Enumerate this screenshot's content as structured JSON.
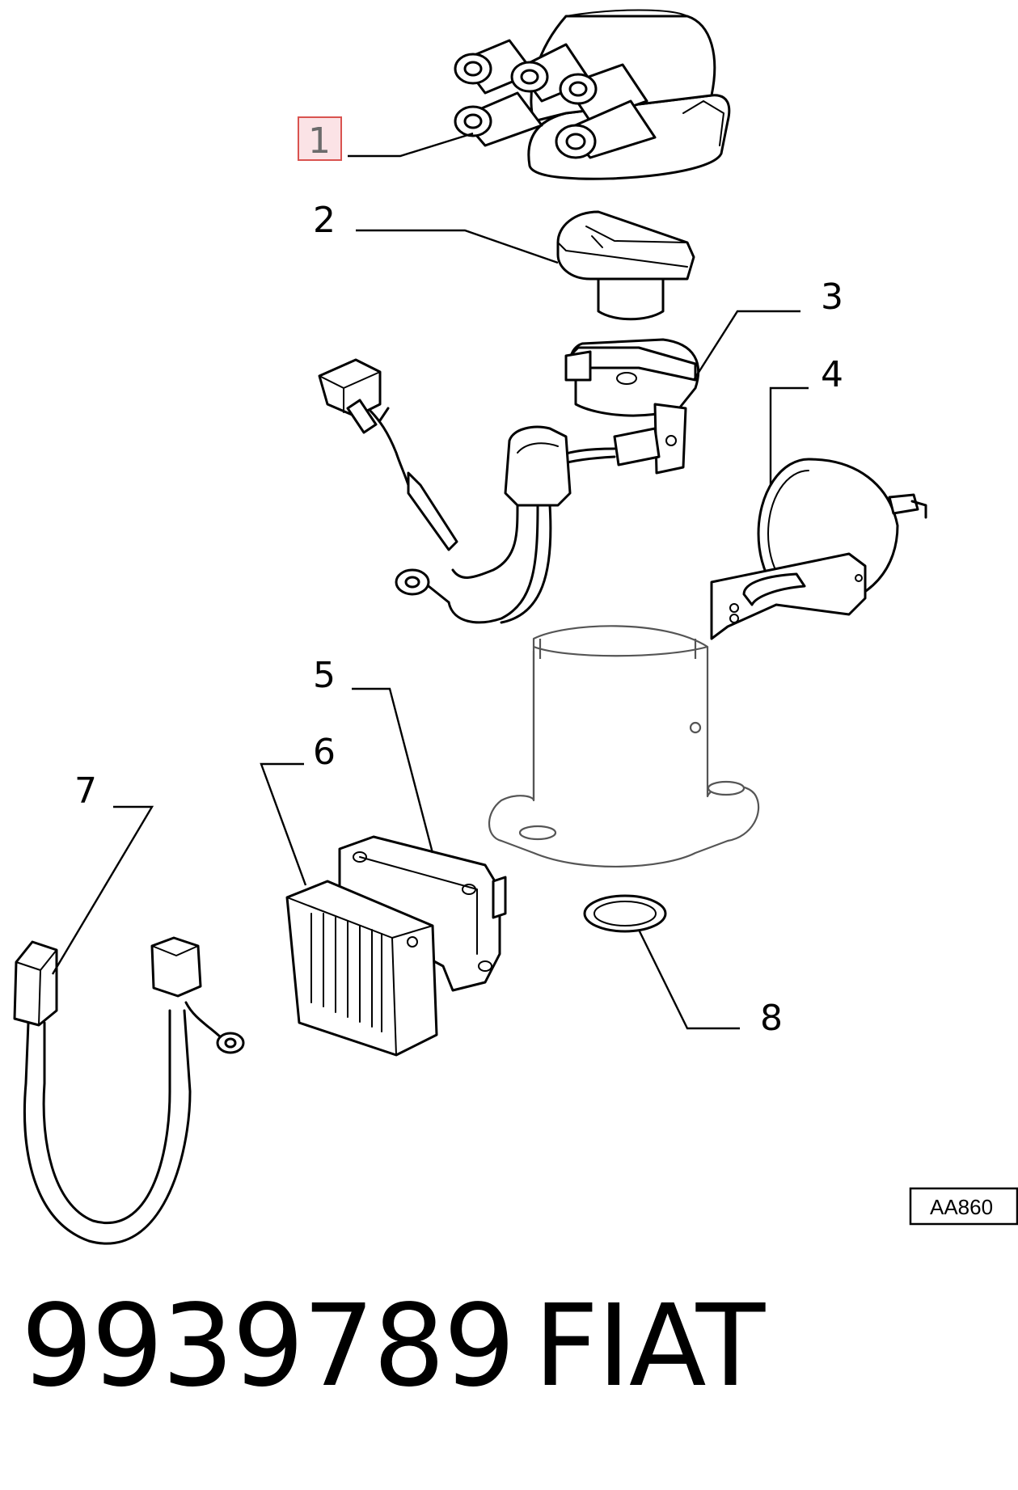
{
  "diagram": {
    "callouts": [
      {
        "label": "1",
        "highlighted": true
      },
      {
        "label": "2",
        "highlighted": false
      },
      {
        "label": "3",
        "highlighted": false
      },
      {
        "label": "4",
        "highlighted": false
      },
      {
        "label": "5",
        "highlighted": false
      },
      {
        "label": "6",
        "highlighted": false
      },
      {
        "label": "7",
        "highlighted": false
      },
      {
        "label": "8",
        "highlighted": false
      }
    ],
    "reference_code": "AA860",
    "highlight_color": "#d9534f"
  },
  "footer": {
    "part_number": "9939789",
    "brand": "FIAT"
  }
}
